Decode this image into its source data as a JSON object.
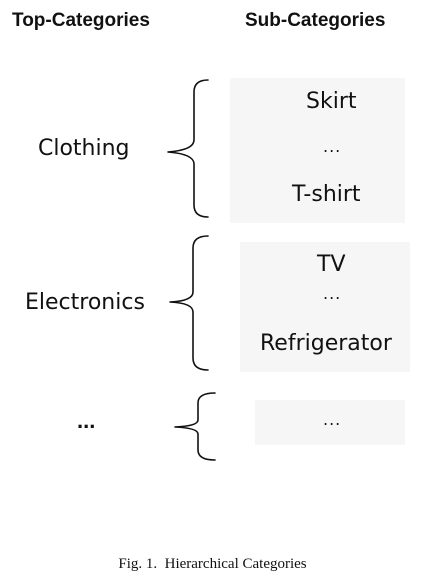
{
  "headers": {
    "top": "Top-Categories",
    "sub": "Sub-Categories"
  },
  "groups": [
    {
      "top": "Clothing",
      "subs": [
        "Skirt",
        "...",
        "T-shirt"
      ]
    },
    {
      "top": "Electronics",
      "subs": [
        "TV",
        "...",
        "Refrigerator"
      ]
    },
    {
      "top": "...",
      "subs": [
        "..."
      ]
    }
  ],
  "caption": {
    "label": "Fig. 1.",
    "text": "Hierarchical Categories"
  }
}
